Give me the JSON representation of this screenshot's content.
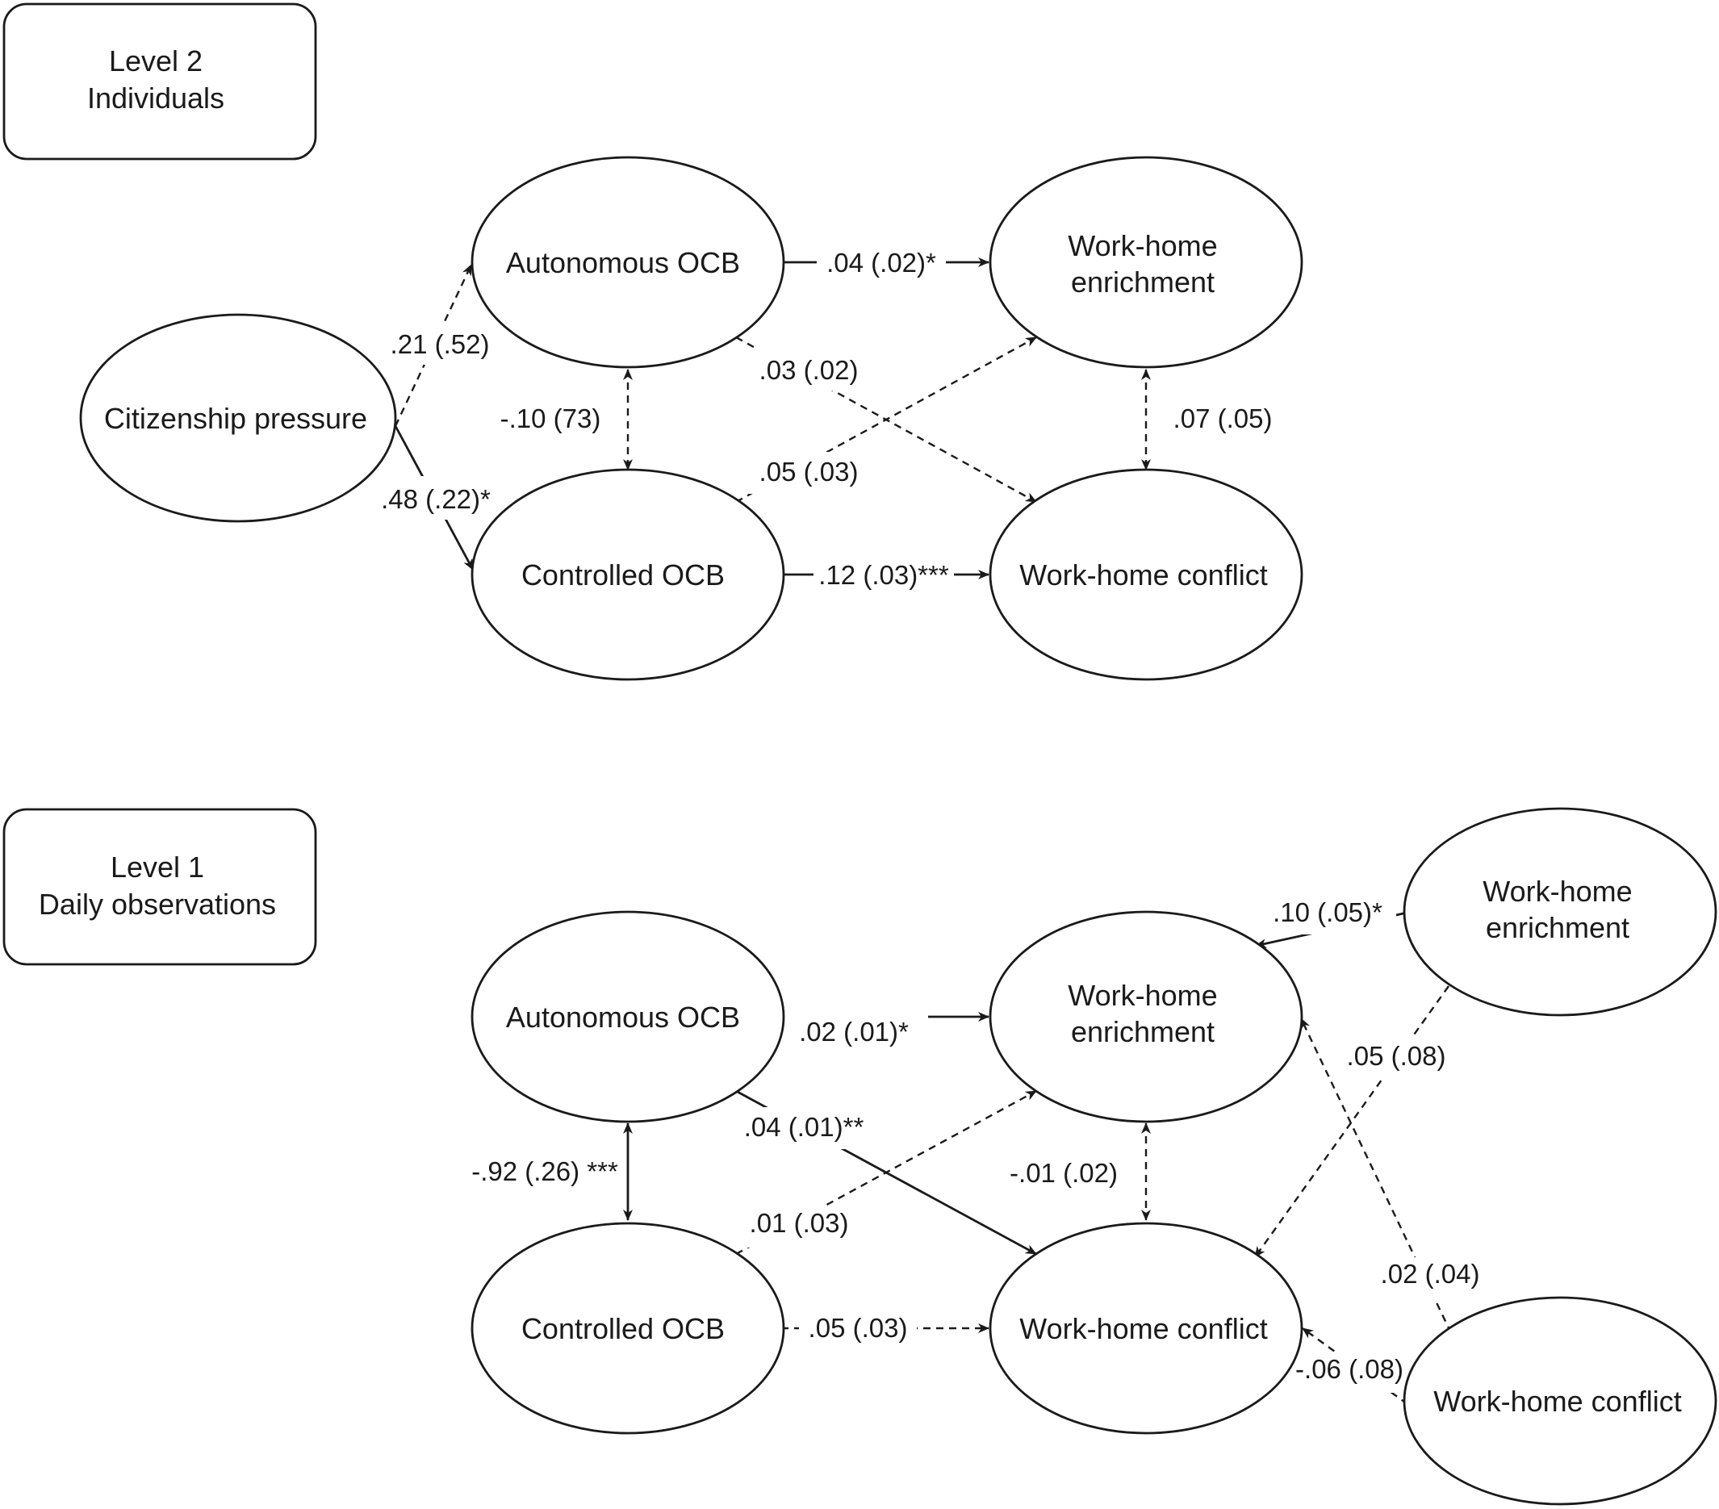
{
  "level2": {
    "box": {
      "line1": "Level 2",
      "line2": "Individuals"
    },
    "nodes": {
      "citizenship_pressure": "Citizenship pressure",
      "autonomous_ocb": "Autonomous OCB",
      "controlled_ocb": "Controlled OCB",
      "enrichment": {
        "line1": "Work-home",
        "line2": "enrichment"
      },
      "conflict": "Work-home conflict"
    },
    "paths": {
      "cp_to_auto": ".21 (.52)",
      "cp_to_ctrl": ".48 (.22)*",
      "auto_ctrl_cov": "-.10 (73)",
      "auto_to_enr": ".04 (.02)*",
      "auto_to_conf": ".03 (.02)",
      "ctrl_to_enr": ".05 (.03)",
      "ctrl_to_conf": ".12 (.03)***",
      "enr_conf_cov": ".07 (.05)"
    }
  },
  "level1": {
    "box": {
      "line1": "Level 1",
      "line2": "Daily observations"
    },
    "nodes": {
      "autonomous_ocb": "Autonomous OCB",
      "controlled_ocb": "Controlled OCB",
      "enrichment": {
        "line1": "Work-home",
        "line2": "enrichment"
      },
      "conflict": "Work-home conflict",
      "lag_enrichment": {
        "line1": "Work-home",
        "line2": "enrichment"
      },
      "lag_conflict": "Work-home conflict"
    },
    "paths": {
      "auto_to_enr": ".02 (.01)*",
      "auto_to_conf": ".04 (.01)**",
      "auto_ctrl_cov": "-.92 (.26) ***",
      "ctrl_to_enr": ".01 (.03)",
      "ctrl_to_conf": ".05 (.03)",
      "enr_conf_cov": "-.01 (.02)",
      "lagenr_to_enr": ".10 (.05)*",
      "lagenr_to_conf": ".05 (.08)",
      "lagconf_to_enr": ".02 (.04)",
      "lagconf_to_conf": "-.06 (.08)"
    }
  }
}
